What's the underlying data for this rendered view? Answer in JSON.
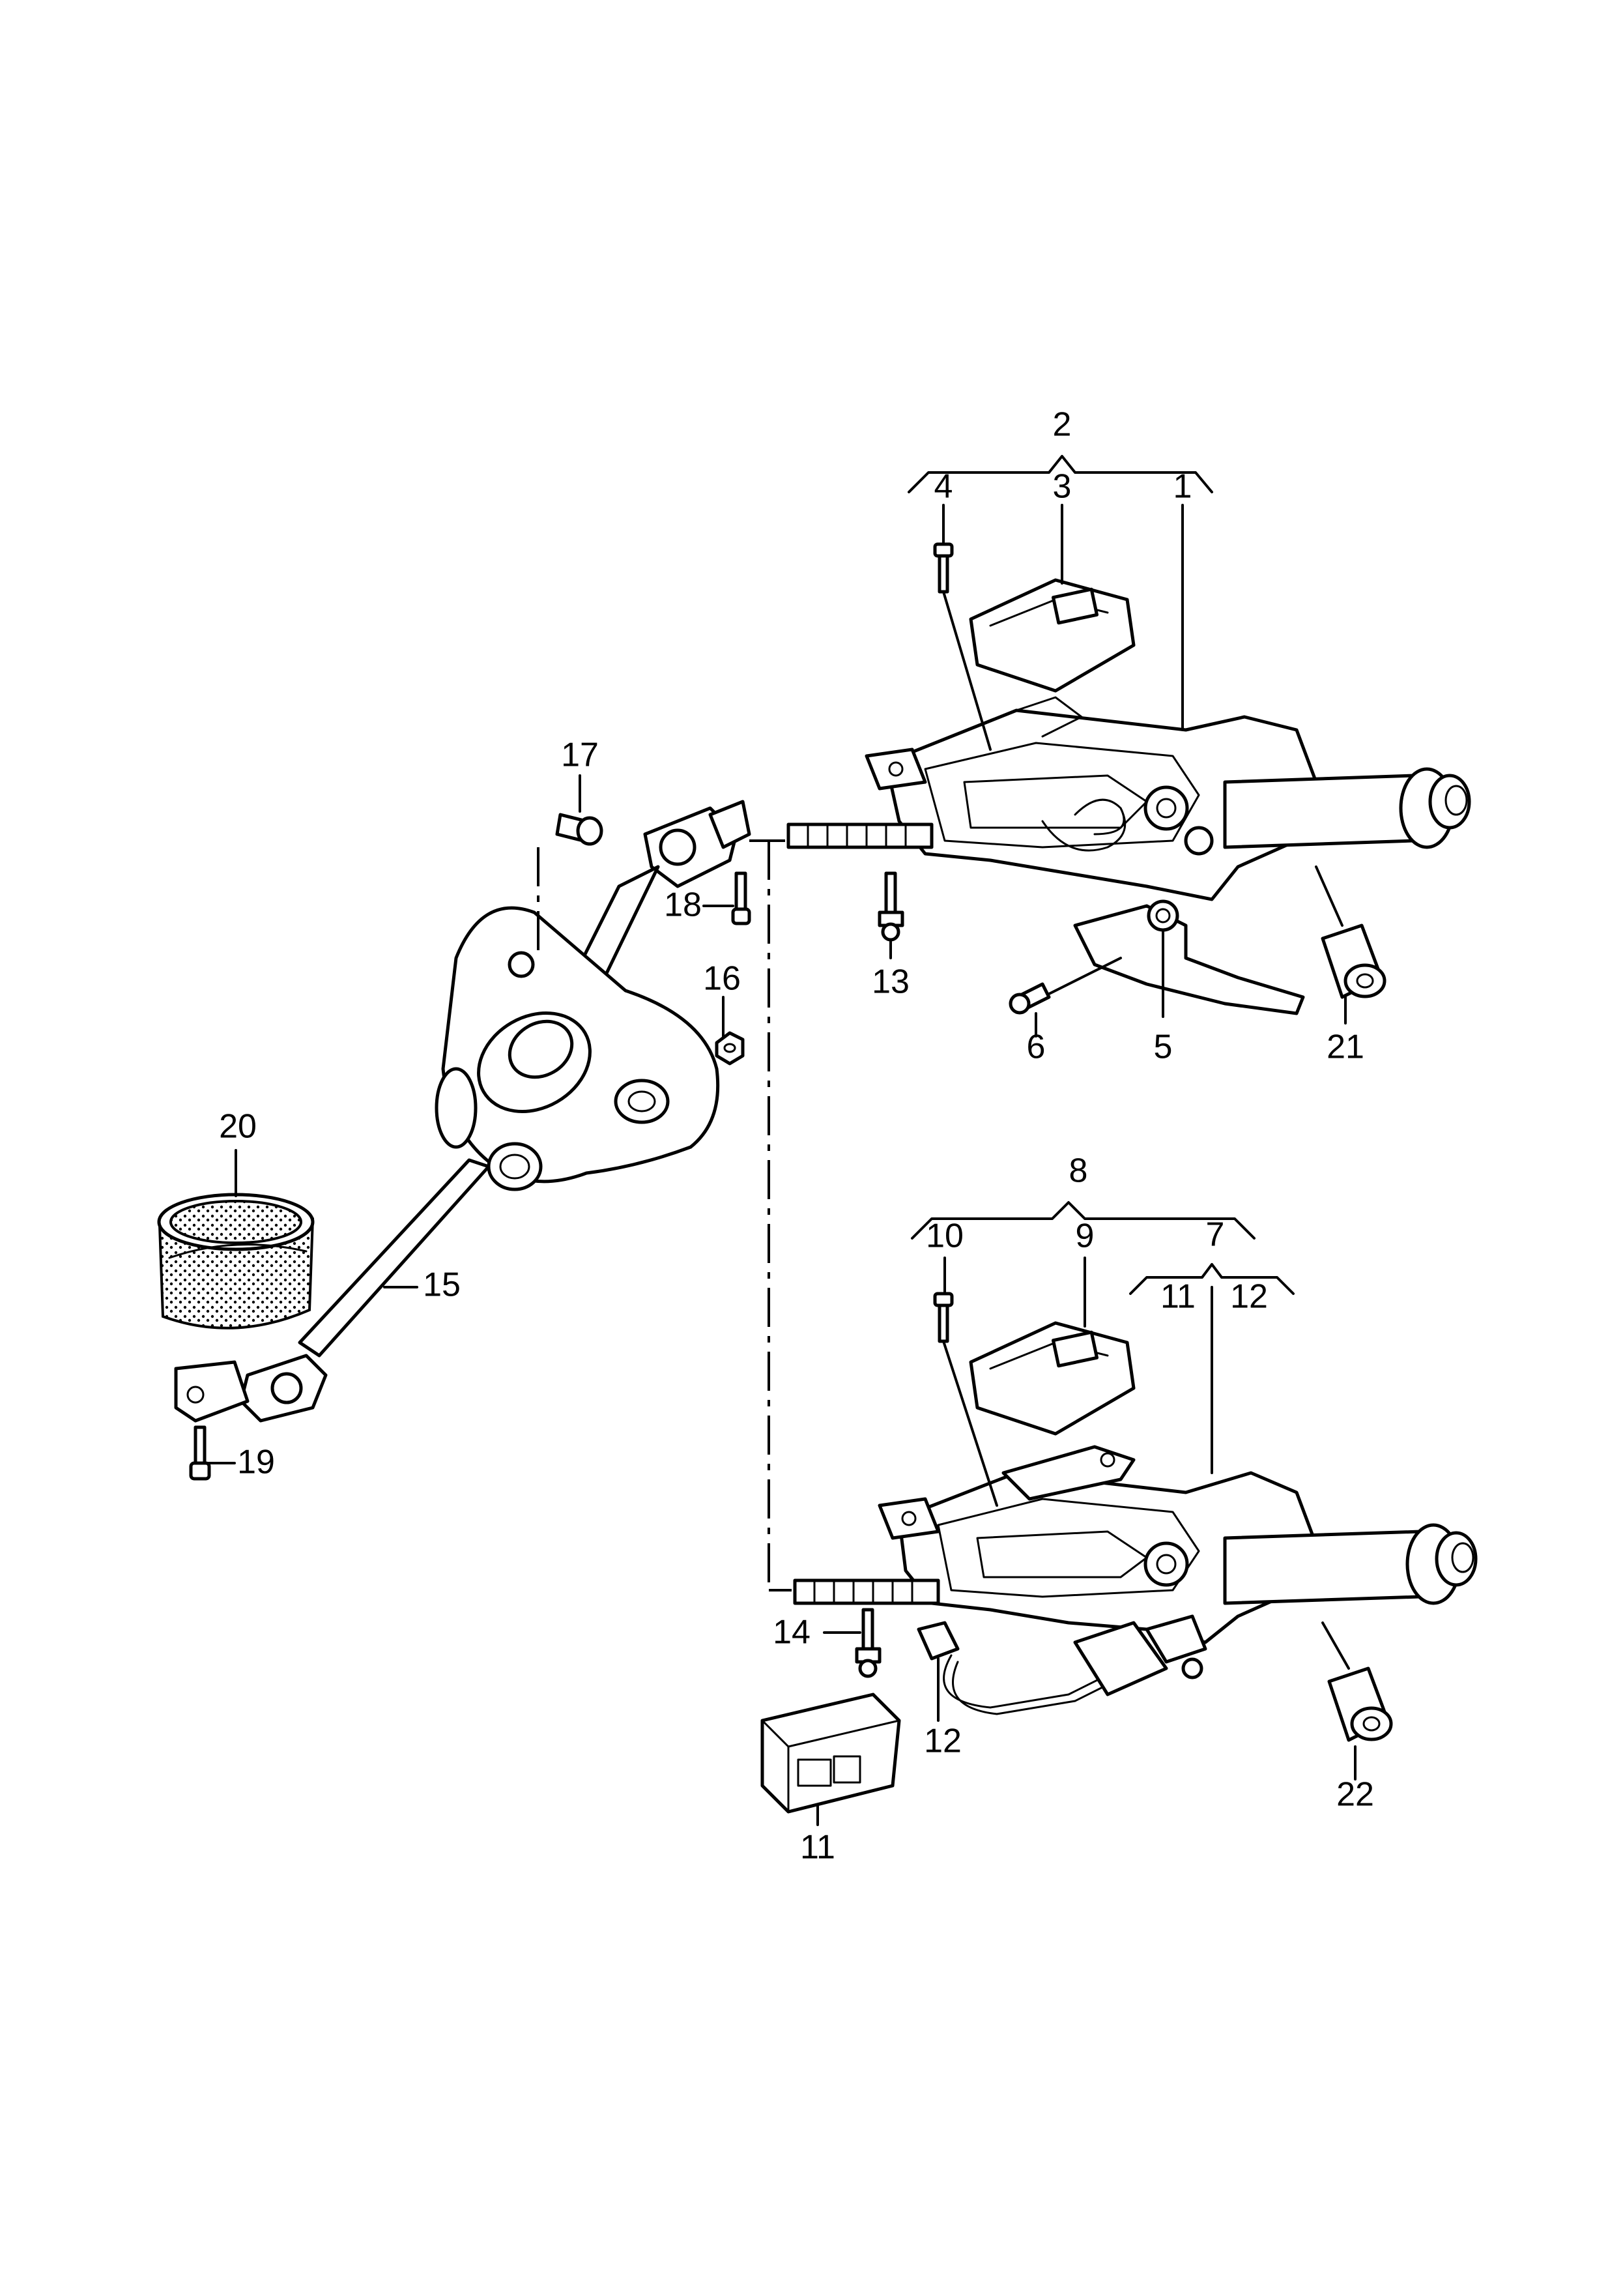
{
  "callouts": [
    {
      "id": "1",
      "label": "1"
    },
    {
      "id": "2",
      "label": "2"
    },
    {
      "id": "3",
      "label": "3"
    },
    {
      "id": "4",
      "label": "4"
    },
    {
      "id": "5",
      "label": "5"
    },
    {
      "id": "6",
      "label": "6"
    },
    {
      "id": "7",
      "label": "7"
    },
    {
      "id": "8",
      "label": "8"
    },
    {
      "id": "9",
      "label": "9"
    },
    {
      "id": "10",
      "label": "10"
    },
    {
      "id": "11a",
      "label": "11"
    },
    {
      "id": "11b",
      "label": "11"
    },
    {
      "id": "12a",
      "label": "12"
    },
    {
      "id": "12b",
      "label": "12"
    },
    {
      "id": "13",
      "label": "13"
    },
    {
      "id": "14",
      "label": "14"
    },
    {
      "id": "15",
      "label": "15"
    },
    {
      "id": "16",
      "label": "16"
    },
    {
      "id": "17",
      "label": "17"
    },
    {
      "id": "18",
      "label": "18"
    },
    {
      "id": "19",
      "label": "19"
    },
    {
      "id": "20",
      "label": "20"
    },
    {
      "id": "21",
      "label": "21"
    },
    {
      "id": "22",
      "label": "22"
    }
  ]
}
